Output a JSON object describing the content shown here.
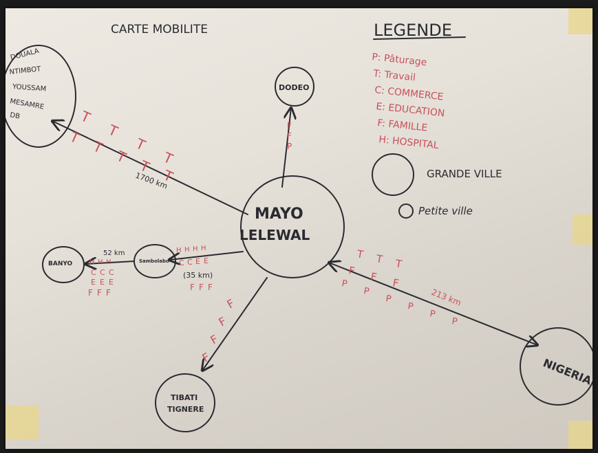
{
  "title": "CARTE MOBILITE",
  "legend": {
    "heading": "LEGENDE",
    "items": [
      {
        "code": "P",
        "text": "P: Pâturage"
      },
      {
        "code": "T",
        "text": "T: Travail"
      },
      {
        "code": "C",
        "text": "C: COMMERCE"
      },
      {
        "code": "E",
        "text": "E: EDUCATION"
      },
      {
        "code": "F",
        "text": "F: FAMILLE"
      },
      {
        "code": "H",
        "text": "H: HOSPITAL"
      }
    ],
    "grande_ville": "GRANDE VILLE",
    "petite_ville": "Petite ville"
  },
  "nodes": {
    "center": [
      "MAYO",
      "LELEWAL"
    ],
    "dodeo": "DODEO",
    "douala": [
      "DOUALA",
      "NTIMBOT",
      "YOUSSAM",
      "MESAMRE",
      "DB"
    ],
    "banyo": "BANYO",
    "sambolabo": "Sambolabo",
    "tibati": [
      "TIBATI",
      "TIGNERE"
    ],
    "nigeria": "NIGERIA"
  },
  "edges": {
    "to_dodeo": {
      "letters": [
        "F",
        "F",
        "P"
      ]
    },
    "to_douala": {
      "letters_top": [
        "T",
        "T",
        "T",
        "T"
      ],
      "letters_bottom": [
        "T",
        "T",
        "T",
        "T",
        "T"
      ],
      "distance": "1700 km"
    },
    "to_sambolabo": {
      "row1": [
        "H",
        "H",
        "H",
        "H"
      ],
      "row2": [
        "C",
        "C",
        "E",
        "E"
      ],
      "distance": "(35 km)",
      "row3": [
        "F",
        "F",
        "F"
      ]
    },
    "to_banyo": {
      "distance": "52 km",
      "row1": [
        "H",
        "H",
        "H"
      ],
      "row2": [
        "C",
        "C",
        "C"
      ],
      "row3": [
        "E",
        "E",
        "E"
      ],
      "row4": [
        "F",
        "F",
        "F"
      ]
    },
    "to_tibati": {
      "letters": [
        "F",
        "F",
        "F",
        "F"
      ]
    },
    "to_nigeria": {
      "letters_top": [
        "T",
        "T",
        "T"
      ],
      "letters_mid": [
        "F",
        "F",
        "F"
      ],
      "letters_bottom": [
        "P",
        "P",
        "P",
        "P",
        "P",
        "P"
      ],
      "distance": "213 km"
    }
  },
  "colors": {
    "ink": "#2a2a30",
    "red_marker": "#c9505a",
    "paper": "#e6e2da"
  }
}
